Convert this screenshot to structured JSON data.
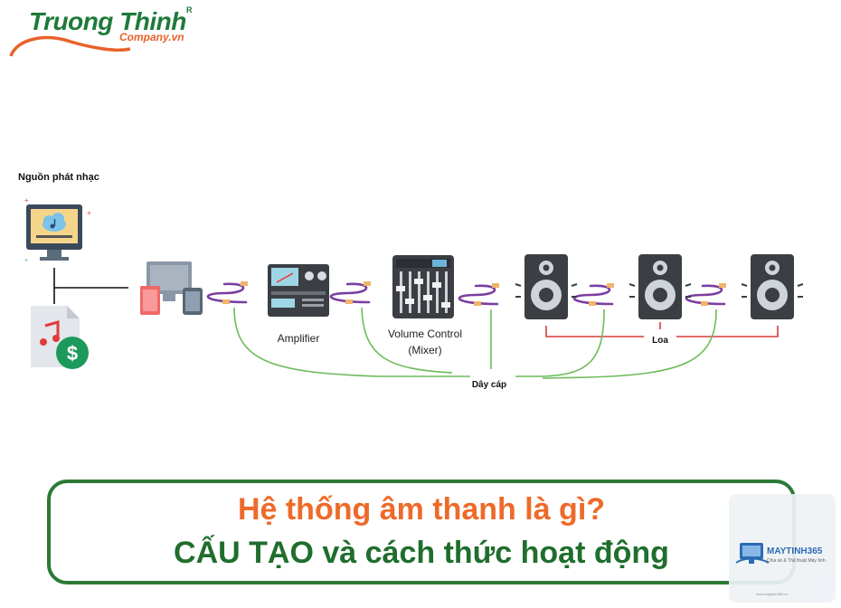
{
  "brand": {
    "name": "Truong Thinh",
    "reg": "R",
    "sub": "Company.vn",
    "green": "#1f7a3a",
    "orange": "#e8622a"
  },
  "diagram": {
    "source_label": "Nguồn phát nhạc",
    "amplifier_label": "Amplifier",
    "mixer_label_1": "Volume Control",
    "mixer_label_2": "(Mixer)",
    "speakers_label": "Loa",
    "cables_label": "Dây cáp",
    "cable_color": "#7a3fa0",
    "green_line": "#6dbb5a",
    "red_line": "#d83a3a"
  },
  "banner": {
    "line1": "Hệ thống âm thanh là gì?",
    "line2": "CẤU TẠO và cách thức hoạt động"
  },
  "watermark": {
    "title": "MAYTINH365",
    "sub": "Chia sẻ & Thủ thuật Máy tính",
    "foot": "www.maytinh365.vn"
  }
}
